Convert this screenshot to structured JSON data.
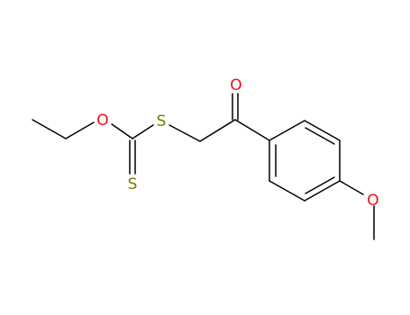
{
  "molecule": {
    "atoms": {
      "O_ether": {
        "label": "O",
        "color": "#e8101a"
      },
      "S_thio": {
        "label": "S",
        "color": "#7a7a00"
      },
      "S_thione": {
        "label": "S",
        "color": "#7a7a00"
      },
      "O_carbonyl": {
        "label": "O",
        "color": "#e8101a"
      },
      "O_methoxy": {
        "label": "O",
        "color": "#e8101a"
      }
    },
    "bond_color": "#000000"
  }
}
